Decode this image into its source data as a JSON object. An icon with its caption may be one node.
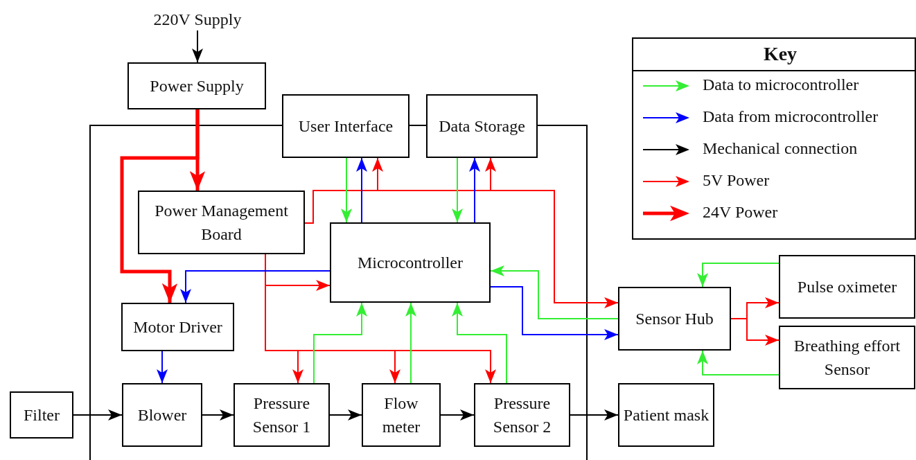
{
  "diagram": {
    "nodes": [
      {
        "text": [
          "Power Supply"
        ]
      },
      {
        "text": [
          "User Interface"
        ]
      },
      {
        "text": [
          "Data Storage"
        ]
      },
      {
        "text": [
          "Power Management Board"
        ]
      },
      {
        "text": [
          "Microcontroller"
        ]
      },
      {
        "text": [
          "Motor Driver"
        ]
      },
      {
        "text": [
          "Sensor Hub"
        ]
      },
      {
        "text": [
          "Pulse oximeter"
        ]
      },
      {
        "text": [
          "Breathing effort Sensor"
        ]
      },
      {
        "text": [
          "Filter"
        ]
      },
      {
        "text": [
          "Blower"
        ]
      },
      {
        "text": [
          "Pressure Sensor 1"
        ]
      },
      {
        "text": [
          "Flow meter"
        ]
      },
      {
        "text": [
          "Pressure Sensor 2"
        ]
      },
      {
        "text": [
          "Patient mask"
        ]
      },
      {
        "text": [
          "220V Supply"
        ]
      }
    ],
    "edges": [
      {
        "from": 15,
        "to": 0,
        "arrow": "to",
        "color": "#000000"
      },
      {
        "from": 0,
        "to": 3,
        "arrow": "to",
        "style": "thick",
        "color": "#ff0000"
      },
      {
        "from": 0,
        "to": 5,
        "arrow": "to",
        "style": "thick",
        "color": "#ff0000"
      },
      {
        "from": 3,
        "to": 1,
        "arrow": "to",
        "color": "#ff0000"
      },
      {
        "from": 3,
        "to": 2,
        "arrow": "to",
        "color": "#ff0000"
      },
      {
        "from": 3,
        "to": 6,
        "arrow": "to",
        "color": "#ff0000"
      },
      {
        "from": 3,
        "to": 4,
        "arrow": "to",
        "color": "#ff0000"
      },
      {
        "from": 3,
        "to": 11,
        "arrow": "to",
        "color": "#ff0000"
      },
      {
        "from": 3,
        "to": 12,
        "arrow": "to",
        "color": "#ff0000"
      },
      {
        "from": 3,
        "to": 13,
        "arrow": "to",
        "color": "#ff0000"
      },
      {
        "from": 1,
        "to": 4,
        "arrow": "to",
        "color": "#33ee33"
      },
      {
        "from": 4,
        "to": 1,
        "arrow": "to",
        "color": "#0000ff"
      },
      {
        "from": 2,
        "to": 4,
        "arrow": "to",
        "color": "#33ee33"
      },
      {
        "from": 4,
        "to": 2,
        "arrow": "to",
        "color": "#0000ff"
      },
      {
        "from": 4,
        "to": 5,
        "arrow": "to",
        "color": "#0000ff"
      },
      {
        "from": 6,
        "to": 4,
        "arrow": "to",
        "color": "#33ee33"
      },
      {
        "from": 4,
        "to": 6,
        "arrow": "to",
        "color": "#0000ff"
      },
      {
        "from": 7,
        "to": 6,
        "arrow": "to",
        "color": "#33ee33"
      },
      {
        "from": 8,
        "to": 6,
        "arrow": "to",
        "color": "#33ee33"
      },
      {
        "from": 6,
        "to": 7,
        "arrow": "to",
        "color": "#ff0000"
      },
      {
        "from": 6,
        "to": 8,
        "arrow": "to",
        "color": "#ff0000"
      },
      {
        "from": 11,
        "to": 4,
        "arrow": "to",
        "color": "#33ee33"
      },
      {
        "from": 12,
        "to": 4,
        "arrow": "to",
        "color": "#33ee33"
      },
      {
        "from": 13,
        "to": 4,
        "arrow": "to",
        "color": "#33ee33"
      },
      {
        "from": 5,
        "to": 10,
        "arrow": "to",
        "color": "#0000ff"
      },
      {
        "from": 9,
        "to": 10,
        "arrow": "to",
        "color": "#000000"
      },
      {
        "from": 10,
        "to": 11,
        "arrow": "to",
        "color": "#000000"
      },
      {
        "from": 11,
        "to": 12,
        "arrow": "to",
        "color": "#000000"
      },
      {
        "from": 12,
        "to": 13,
        "arrow": "to",
        "color": "#000000"
      },
      {
        "from": 13,
        "to": 14,
        "arrow": "to",
        "color": "#000000"
      }
    ],
    "labels": [
      "Key"
    ],
    "legend": [
      {
        "text": "Data to microcontroller"
      },
      {
        "text": "Data from microcontroller"
      },
      {
        "text": "Mechanical connection"
      },
      {
        "text": "5V Power"
      },
      {
        "text": "24V Power"
      }
    ]
  }
}
